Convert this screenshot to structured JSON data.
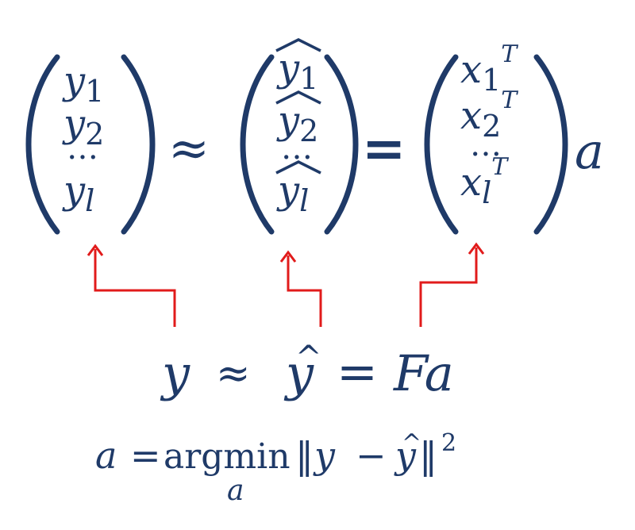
{
  "colors": {
    "ink": "#1f3a68",
    "arrow": "#e11b1b",
    "background": "#ffffff"
  },
  "matrix_y": {
    "base": "y",
    "subscripts": [
      "1",
      "2",
      "l"
    ],
    "ellipsis": "…"
  },
  "matrix_yhat": {
    "base": "y",
    "subscripts": [
      "1",
      "2",
      "l"
    ],
    "ellipsis": "…"
  },
  "matrix_x": {
    "base": "x",
    "subscripts": [
      "1",
      "2",
      "l"
    ],
    "superscript": "T",
    "ellipsis": "…"
  },
  "operators": {
    "approx": "≈",
    "equals": "="
  },
  "vector_a": "a",
  "compact_equation": {
    "lhs": "y",
    "approx": "≈",
    "yhat": "y",
    "hat": "^",
    "equals": "=",
    "rhs": "Fa"
  },
  "argmin_equation": {
    "lhs": "a",
    "equals": "=",
    "operator": "argmin",
    "operator_sub": "a",
    "norm_open": "‖",
    "y": "y",
    "minus": "−",
    "yhat": "y",
    "hat": "^",
    "norm_close": "‖",
    "power": "2"
  }
}
